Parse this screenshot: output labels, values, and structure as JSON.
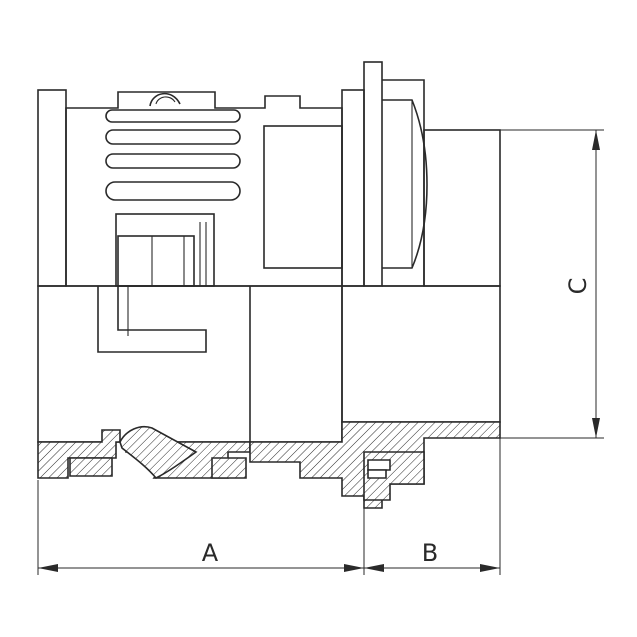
{
  "drawing": {
    "dimensions": [
      {
        "label": "A"
      },
      {
        "label": "B"
      },
      {
        "label": "C"
      }
    ]
  }
}
